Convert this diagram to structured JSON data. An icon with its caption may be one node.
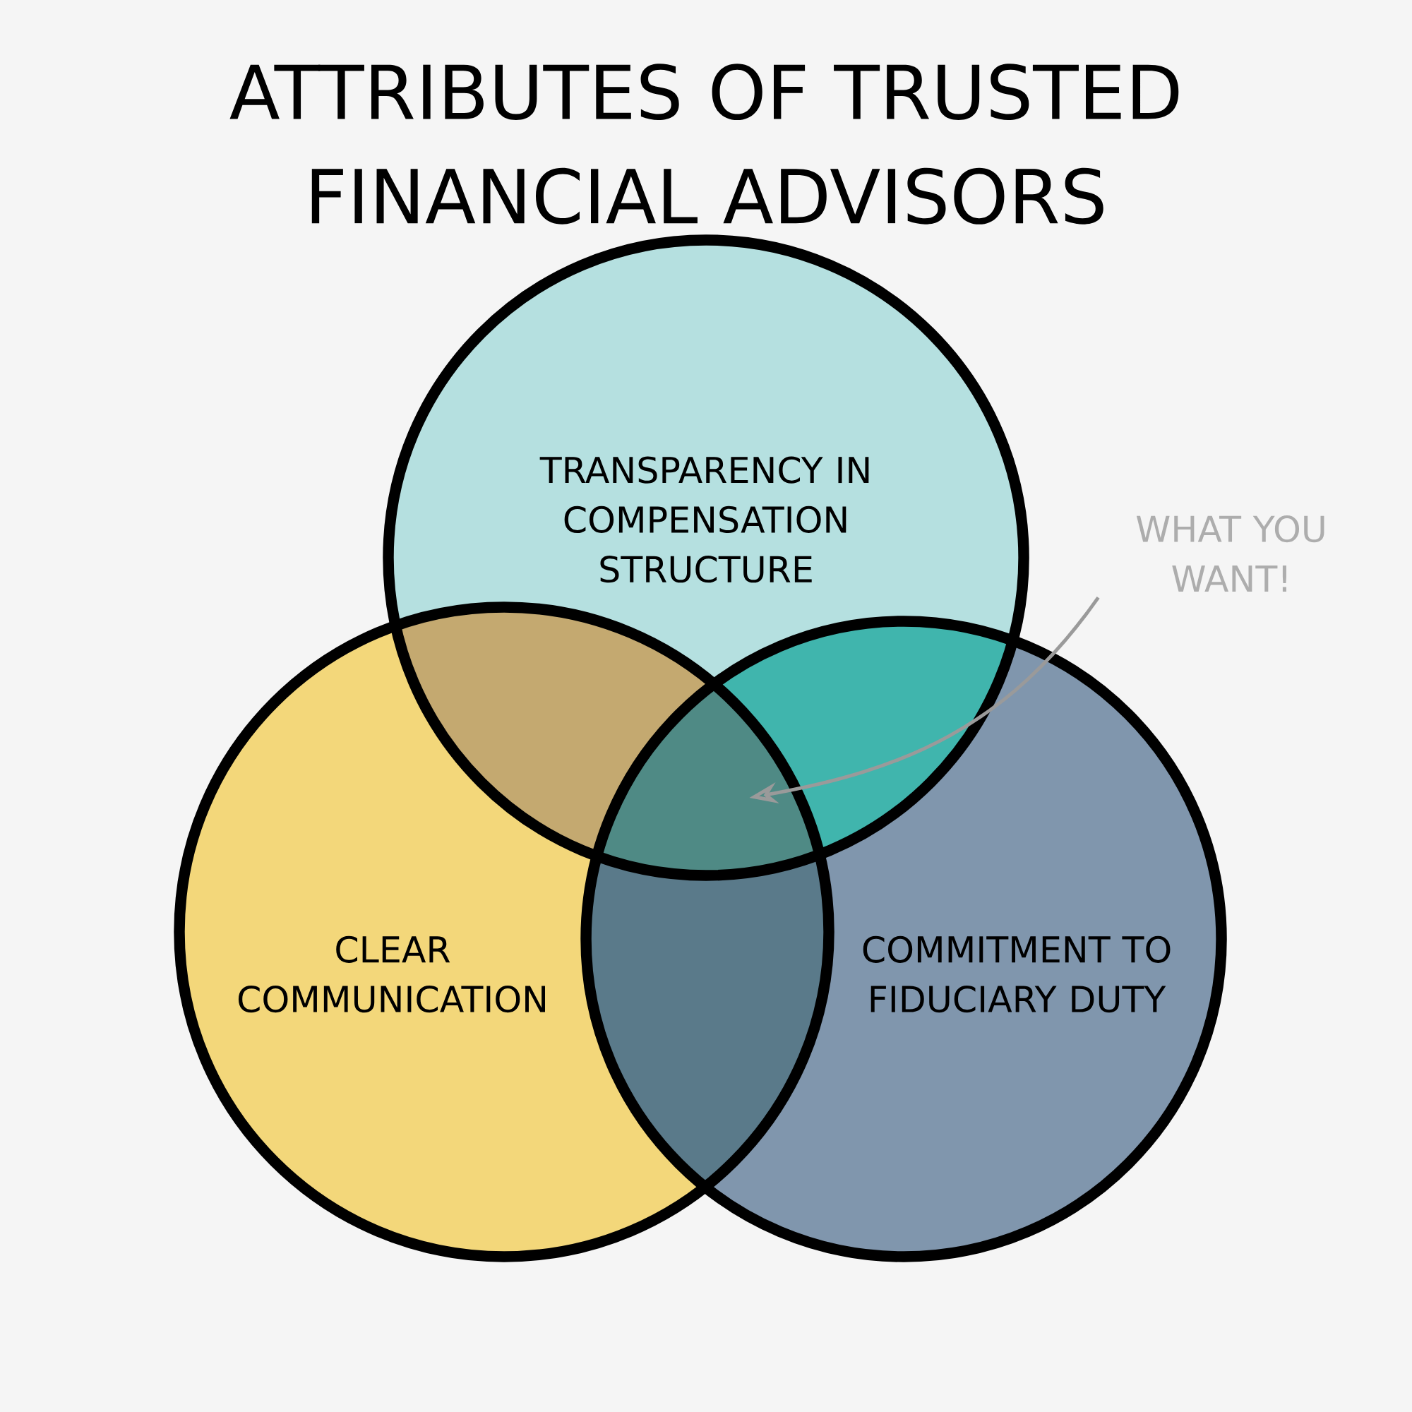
{
  "diagram": {
    "title": "ATTRIBUTES OF TRUSTED FINANCIAL ADVISORS",
    "nodes": [
      {
        "text": [
          "TRANSPARENCY IN COMPENSATION STRUCTURE"
        ]
      },
      {
        "text": [
          "CLEAR COMMUNICATION"
        ]
      },
      {
        "text": [
          "COMMITMENT TO FIDUCIARY DUTY"
        ]
      },
      {
        "text": [
          "WHAT YOU WANT!"
        ]
      },
      {
        "text": [],
        "shape": "region"
      }
    ],
    "edges": [
      {
        "from": 3,
        "to": 4,
        "arrow": "to",
        "color": "#9a9a9a"
      }
    ]
  }
}
